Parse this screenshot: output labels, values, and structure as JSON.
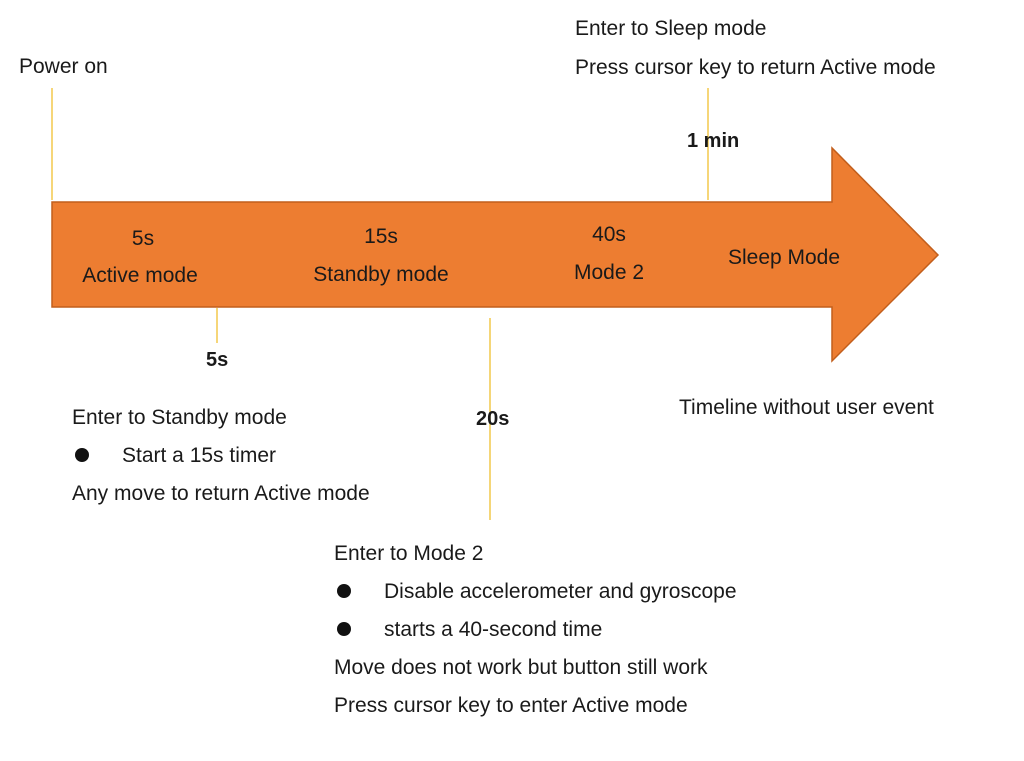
{
  "colors": {
    "arrow_fill": "#ED7D31",
    "arrow_stroke": "#C25E1C",
    "tick_line": "#F2C94C",
    "text": "#1a1a1a"
  },
  "power_on": "Power on",
  "sleep_note": {
    "line1": "Enter to Sleep mode",
    "line2": "Press cursor key to return Active mode",
    "tick": "1 min"
  },
  "arrow_stages": [
    {
      "duration": "5s",
      "mode": "Active mode"
    },
    {
      "duration": "15s",
      "mode": "Standby mode"
    },
    {
      "duration": "40s",
      "mode": "Mode 2"
    },
    {
      "mode": "Sleep Mode"
    }
  ],
  "standby_note": {
    "tick": "5s",
    "heading": "Enter to Standby mode",
    "bullets": [
      "Start a 15s timer"
    ],
    "footer": "Any move to return Active mode"
  },
  "mode2_note": {
    "tick": "20s",
    "heading": "Enter to Mode 2",
    "bullets": [
      "Disable accelerometer and gyroscope",
      "starts a 40-second time"
    ],
    "footer1": "Move does not work but button still work",
    "footer2": "Press cursor key to enter Active mode"
  },
  "caption": "Timeline without user event"
}
